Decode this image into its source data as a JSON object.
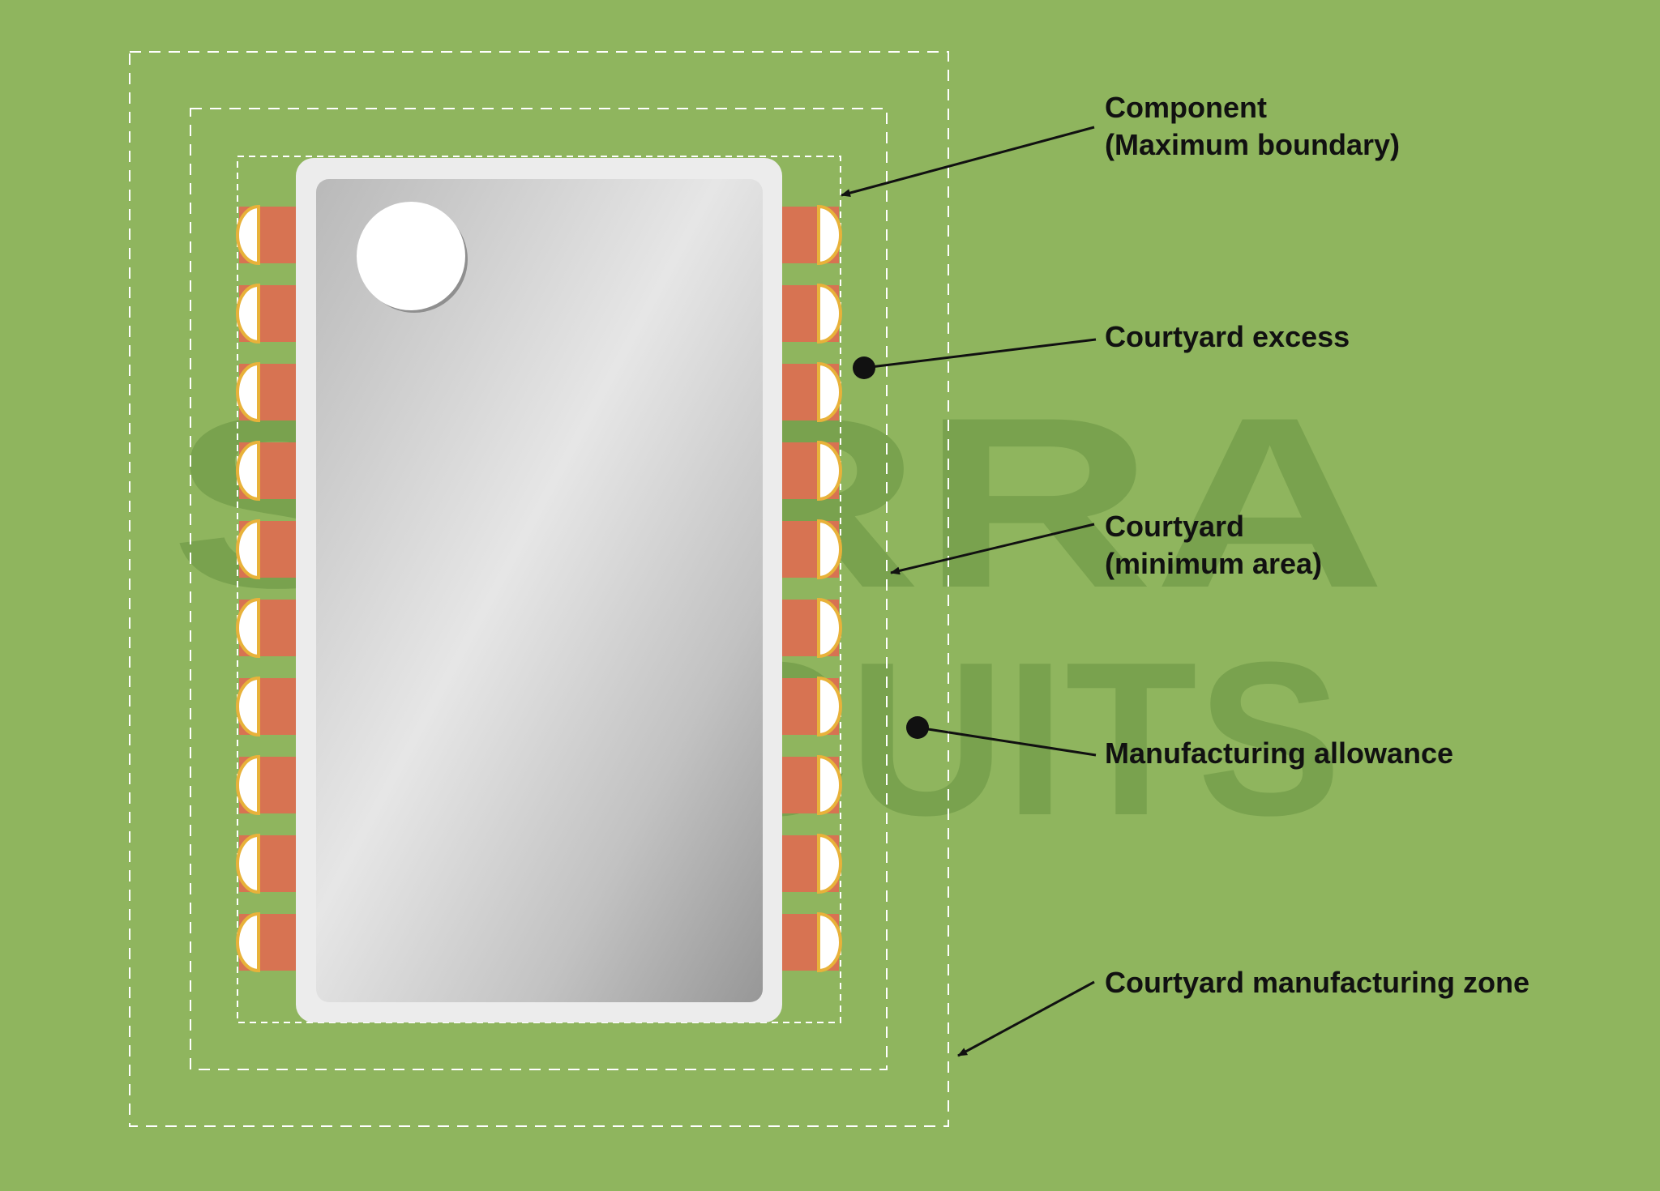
{
  "colors": {
    "background": "#8fb55e",
    "pad": "#d77352",
    "pad_rim": "#e8b23a",
    "body_outer": "#ececec",
    "boundary_line": "#ffffff",
    "arrow": "#111111"
  },
  "watermark": {
    "line1": "SIERRA",
    "line2": "CIRCUITS"
  },
  "labels": {
    "component": {
      "line1": "Component",
      "line2": "(Maximum boundary)"
    },
    "courtyard_excess": "Courtyard excess",
    "courtyard": {
      "line1": "Courtyard",
      "line2": "(minimum area)"
    },
    "manufacturing_allowance": "Manufacturing allowance",
    "manufacturing_zone": "Courtyard manufacturing zone"
  },
  "pins_per_side": 10
}
